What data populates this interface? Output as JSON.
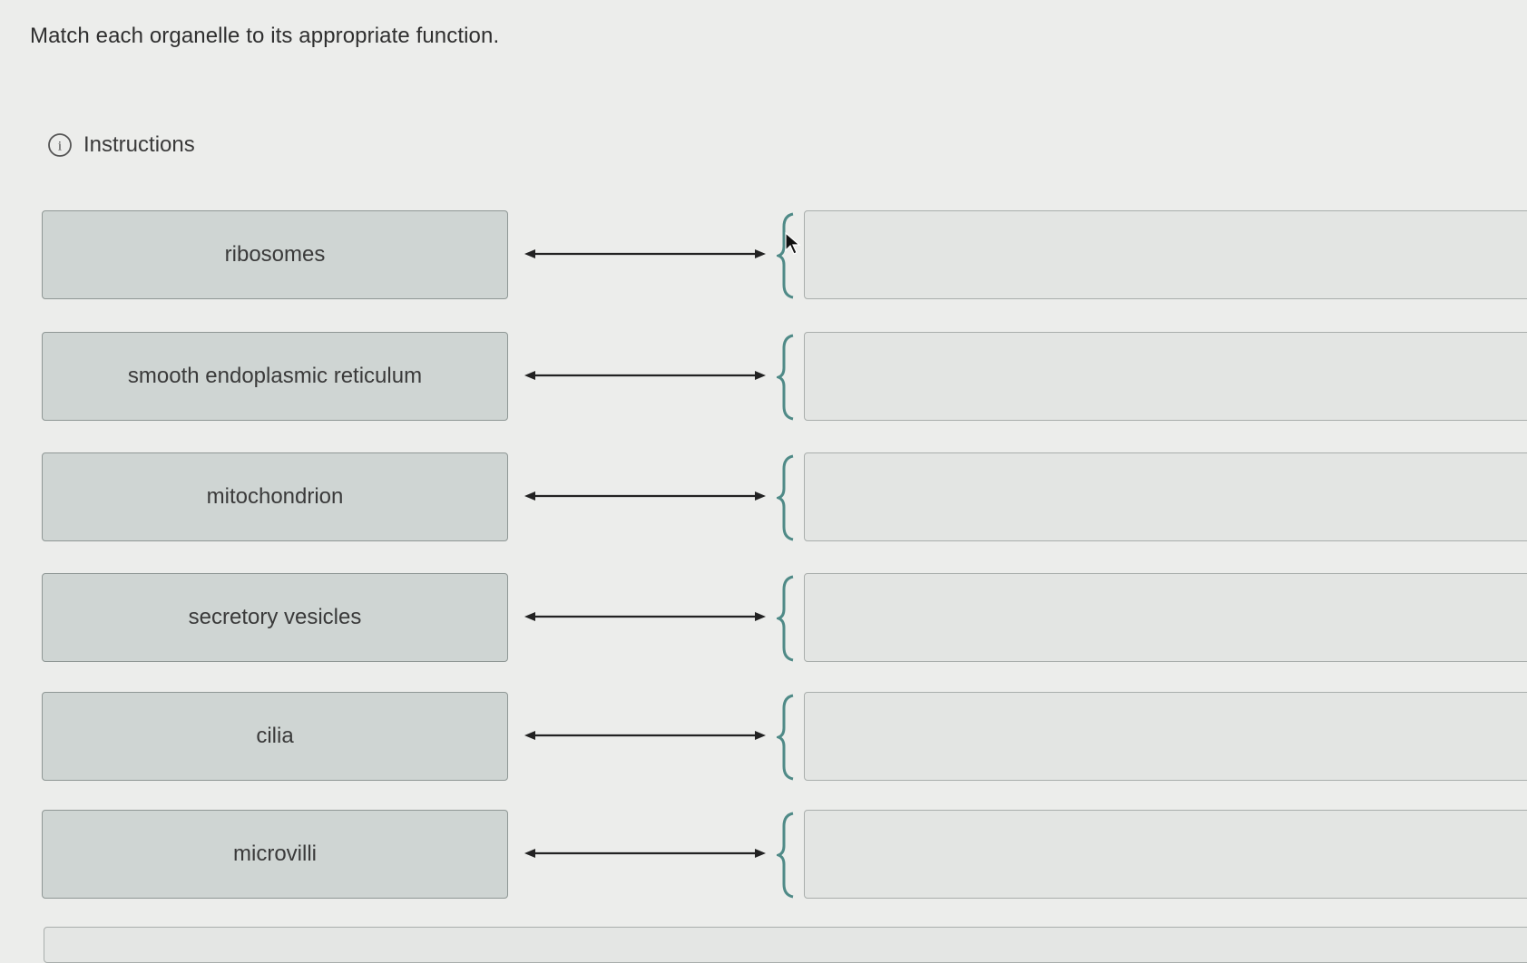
{
  "prompt": "Match each organelle to its appropriate function.",
  "instructions": {
    "label": "Instructions",
    "icon": "info-icon"
  },
  "items": [
    {
      "term": "ribosomes"
    },
    {
      "term": "smooth endoplasmic reticulum"
    },
    {
      "term": "mitochondrion"
    },
    {
      "term": "secretory vesicles"
    },
    {
      "term": "cilia"
    },
    {
      "term": "microvilli"
    }
  ],
  "colors": {
    "term_bg": "#cfd5d3",
    "drop_bg": "#e3e5e3",
    "brace": "#4f8a87"
  }
}
